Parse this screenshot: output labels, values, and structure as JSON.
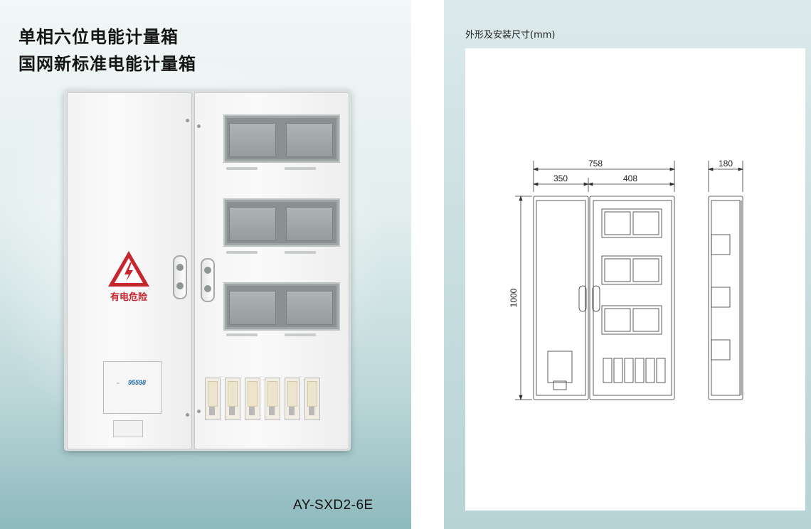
{
  "product": {
    "title_line1": "单相六位电能计量箱",
    "title_line2": "国网新标准电能计量箱",
    "model": "AY-SXD2-6E",
    "warning_label": "有电危险",
    "hotline_label": "95598"
  },
  "dimensions": {
    "heading": "外形及安装尺寸(mm)",
    "total_width": "758",
    "left_width": "350",
    "right_width": "408",
    "depth": "180",
    "height": "1000"
  },
  "colors": {
    "warning_red": "#c6262e",
    "hotline_blue": "#1e6aa5"
  },
  "icons": {
    "warning": "high-voltage-warning-icon"
  }
}
